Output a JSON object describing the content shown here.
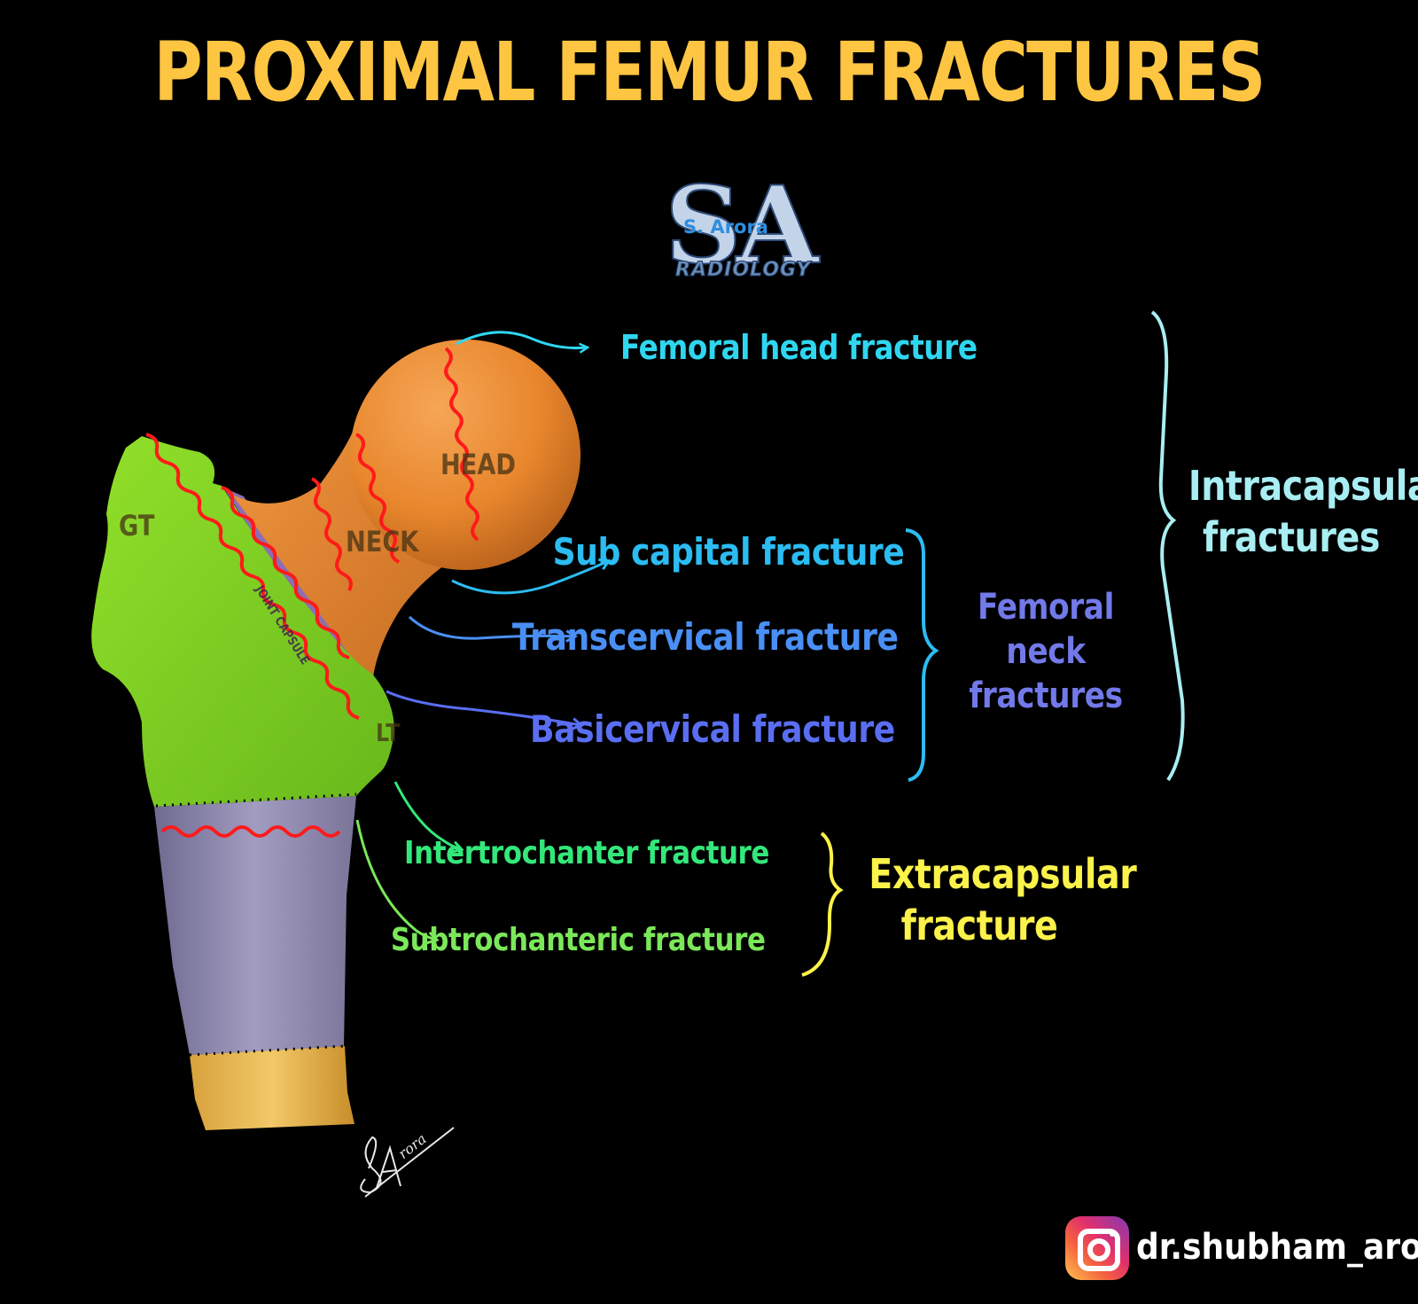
{
  "title": "PROXIMAL FEMUR FRACTURES",
  "logo": {
    "initials": "SA",
    "name": "S. Arora",
    "subtitle": "RADIOLOGY"
  },
  "bone_labels": {
    "head": "HEAD",
    "neck": "NECK",
    "gt": "GT",
    "lt": "LT",
    "capsule": "JOINT CAPSULE"
  },
  "fractures": {
    "femoral_head": "Femoral head fracture",
    "sub_capital": "Sub capital fracture",
    "transcervical": "Transcervical fracture",
    "basicervical": "Basicervical fracture",
    "intertrochanter": "Intertrochanter fracture",
    "subtrochanteric": "Subtrochanteric fracture"
  },
  "groups": {
    "femoral_neck": {
      "line1": "Femoral neck",
      "line2": "fractures"
    },
    "intracapsular": {
      "line1": "Intracapsular",
      "line2": "fractures"
    },
    "extracapsular": {
      "line1": "Extracapsular",
      "line2": "fracture"
    }
  },
  "signature": "SArora",
  "social": {
    "icon": "instagram-icon",
    "handle": "dr.shubham_arora"
  },
  "colors": {
    "title": "#fec542",
    "femoral_head": "#2fd6f0",
    "sub_capital": "#2bbcf2",
    "transcervical": "#4a8ff5",
    "basicervical": "#5a6ef2",
    "femoral_neck_group": "#7279e8",
    "intracapsular": "#a8eef2",
    "intertrochanter": "#33e87a",
    "subtrochanteric": "#7be85a",
    "extracapsular": "#fbf24a",
    "trochanter_region": "#7ed321",
    "head_neck": "#e8862c",
    "shaft": "#8c86aa",
    "fracture_line": "#ff1a1a"
  }
}
